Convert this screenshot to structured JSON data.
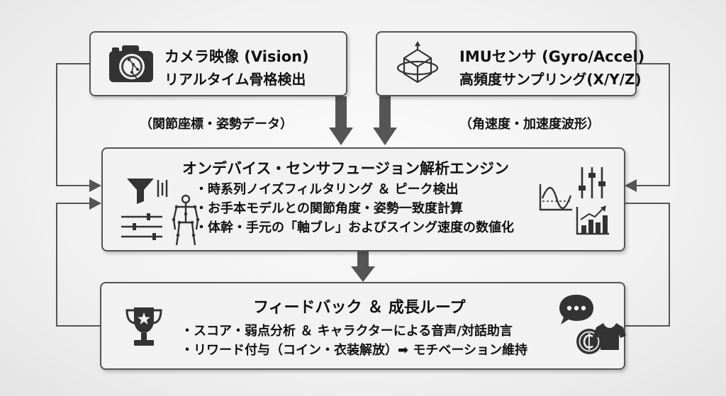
{
  "camera": {
    "title": "カメラ映像 (Vision)",
    "subtitle": "リアルタイム骨格検出",
    "output_label": "（関節座標・姿勢データ）"
  },
  "imu": {
    "title": "IMUセンサ (Gyro/Accel)",
    "subtitle": "高頻度サンプリング(X/Y/Z)",
    "output_label": "（角速度・加速度波形）"
  },
  "engine": {
    "title": "オンデバイス・センサフュージョン解析エンジン",
    "items": [
      "・時系列ノイズフィルタリング ＆ ピーク検出",
      "・お手本モデルとの関節角度・姿勢一致度計算",
      "・体幹・手元の「軸ブレ」およびスイング速度の数値化"
    ]
  },
  "feedback": {
    "title": "フィードバック ＆ 成長ループ",
    "items": [
      "・スコア・弱点分析 ＆ キャラクターによる音声/対話助言",
      "・リワード付与（コイン・衣装解放）➡ モチベーション維持"
    ]
  },
  "icons": [
    "camera-icon",
    "gyroscope-icon",
    "funnel-filter-icon",
    "skeleton-icon",
    "sliders-icon",
    "wave-chart-icon",
    "equalizer-icon",
    "bar-chart-icon",
    "trophy-icon",
    "speech-bubble-icon",
    "coin-icon",
    "tshirt-icon"
  ],
  "colors": {
    "arrow": "#555555",
    "line": "#555555",
    "box_fill": "#f2f2f2",
    "border": "#555555"
  }
}
